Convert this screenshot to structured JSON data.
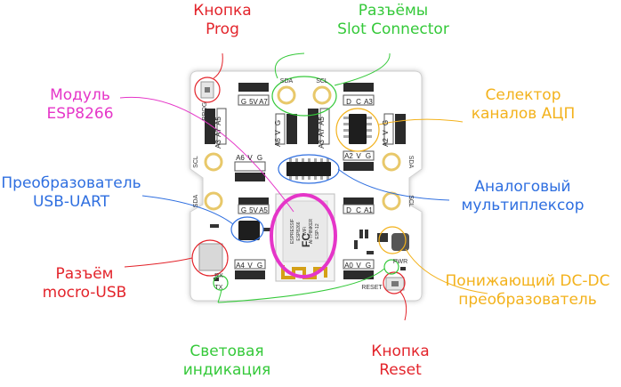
{
  "board": {
    "silkscreen": {
      "sda_top": "SDA",
      "scl_top": "SCL",
      "sda_left": "SDA",
      "scl_left": "SCL",
      "sda_right": "SDA",
      "scl_right": "SCL",
      "sda_mid": "SDA",
      "prog": "PROG",
      "reset": "RESET",
      "pwr": "PWR",
      "rx": "RX",
      "tx": "TX",
      "h1": [
        "G",
        "5V",
        "A7"
      ],
      "h_top_right": [
        "D",
        "C",
        "A3"
      ],
      "h_left_vert": [
        "A3",
        "A7",
        "A5"
      ],
      "h_mid_vert": [
        "A6",
        "V",
        "G"
      ],
      "h_mid_vert2": [
        "A3",
        "A7",
        "A5"
      ],
      "h_right_vert": [
        "A2",
        "V",
        "G"
      ],
      "h_a6": [
        "A6",
        "V",
        "G"
      ],
      "h_a2": [
        "A2",
        "V",
        "G"
      ],
      "h_g5v_mid": [
        "G",
        "5V",
        "A5"
      ],
      "h_dca1": [
        "D",
        "C",
        "A1"
      ],
      "h_a4": [
        "A4",
        "V",
        "G"
      ],
      "h_a0": [
        "A0",
        "V",
        "G"
      ]
    },
    "esp": {
      "fc": "FC",
      "text": [
        "ESPRESSIF",
        "ESP8266",
        "WiFi",
        "AI-THINKER",
        "ESP-12"
      ]
    }
  },
  "labels": {
    "prog_button": [
      "Кнопка",
      "Prog"
    ],
    "slot_connector": [
      "Разъёмы",
      "Slot Connector"
    ],
    "esp_module": [
      "Модуль",
      "ESP8266"
    ],
    "adc_selector": [
      "Селектор",
      "каналов АЦП"
    ],
    "usb_uart": [
      "Преобразователь",
      "USB-UART"
    ],
    "analog_mux": [
      "Аналоговый",
      "мультиплексор"
    ],
    "micro_usb": [
      "Разъём",
      "mocro-USB"
    ],
    "dcdc": [
      "Понижающий DC-DC",
      "преобразователь"
    ],
    "leds": [
      "Световая",
      "индикация"
    ],
    "reset_button": [
      "Кнопка",
      "Reset"
    ]
  },
  "colors": {
    "red": "#e3242b",
    "green": "#35c93a",
    "magenta": "#e535c8",
    "orange": "#f3b21c",
    "blue": "#2f6fe0",
    "board": "#ffffff",
    "pcb_shadow": "#d8d8d8"
  }
}
